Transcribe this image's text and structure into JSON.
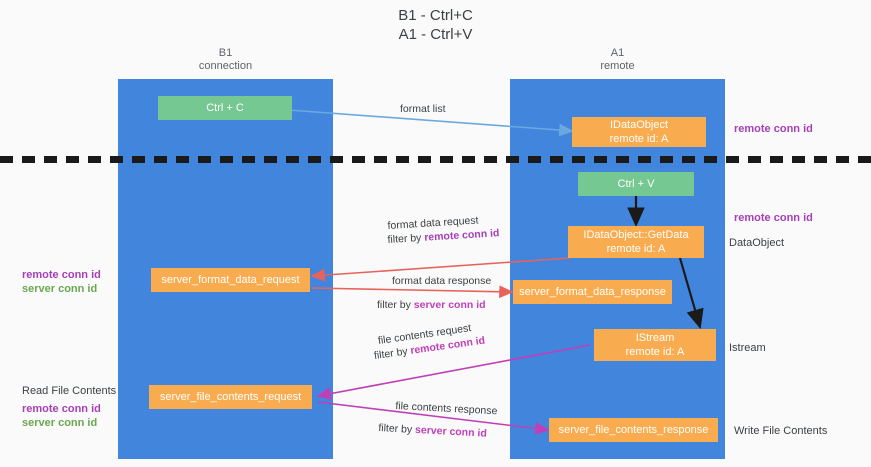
{
  "title": "B1 - Ctrl+C\nA1 - Ctrl+V",
  "columns": [
    {
      "name": "B1",
      "sub": "connection",
      "header": "B1\nconnection"
    },
    {
      "name": "A1",
      "sub": "remote",
      "header": "A1\nremote"
    }
  ],
  "colors": {
    "lane": "#4285dd",
    "node_green": "#76c893",
    "node_orange": "#f9ac4f",
    "accent_purple": "#a63fb8",
    "accent_green": "#6aa84f",
    "arrow_blue": "#6aa9e0",
    "arrow_red": "#e8625c",
    "arrow_magenta": "#c03fb8",
    "arrow_black": "#1a1a1a",
    "background": "#fafafa"
  },
  "nodes": [
    {
      "id": "ctrl-c",
      "label": "Ctrl + C",
      "style": "green"
    },
    {
      "id": "idataobject",
      "label": "IDataObject\nremote id: A",
      "style": "orange"
    },
    {
      "id": "ctrl-v",
      "label": "Ctrl + V",
      "style": "green"
    },
    {
      "id": "idataobject-getdata",
      "label": "IDataObject::GetData\nremote id: A",
      "style": "orange"
    },
    {
      "id": "server-format-data-request",
      "label": "server_format_data_request",
      "style": "orange"
    },
    {
      "id": "server-format-data-response",
      "label": "server_format_data_response",
      "style": "orange"
    },
    {
      "id": "istream",
      "label": "IStream\nremote id: A",
      "style": "orange"
    },
    {
      "id": "server-file-contents-request",
      "label": "server_file_contents_request",
      "style": "orange"
    },
    {
      "id": "server-file-contents-response",
      "label": "server_file_contents_response",
      "style": "orange"
    }
  ],
  "edges": [
    {
      "id": "format-list",
      "label": "format list",
      "filter": "",
      "color": "#6aa9e0"
    },
    {
      "id": "format-data-request",
      "label": "format data request",
      "filter_prefix": "filter by ",
      "filter_key": "remote conn id",
      "color": "#e8625c"
    },
    {
      "id": "format-data-response",
      "label": "format data response",
      "filter_prefix": "filter by ",
      "filter_key": "server conn id",
      "color": "#e8625c"
    },
    {
      "id": "file-contents-request",
      "label": "file contents request",
      "filter_prefix": "filter by ",
      "filter_key": "remote conn id",
      "color": "#c03fb8"
    },
    {
      "id": "file-contents-response",
      "label": "file contents response",
      "filter_prefix": "filter by ",
      "filter_key": "server conn id",
      "color": "#c03fb8"
    }
  ],
  "side_labels": {
    "right_remote_conn_id_top": "remote conn id",
    "right_remote_conn_id_mid": "remote conn id",
    "right_dataobject": "DataObject",
    "right_istream": "Istream",
    "right_write_file_contents": "Write File Contents",
    "left_remote_conn_id": "remote conn id",
    "left_server_conn_id": "server conn id",
    "left_read_file_contents": "Read File Contents",
    "left_remote_conn_id_2": "remote conn id",
    "left_server_conn_id_2": "server conn id"
  }
}
